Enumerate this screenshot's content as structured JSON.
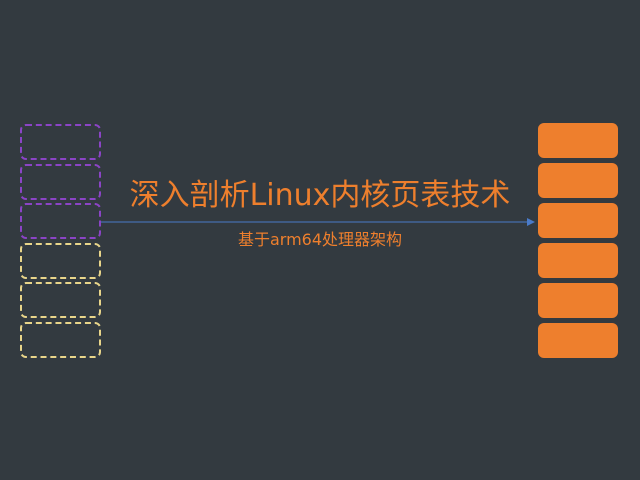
{
  "slide": {
    "title": "深入剖析Linux内核页表技术",
    "subtitle": "基于arm64处理器架构"
  },
  "left_stack": {
    "boxes": [
      {
        "style": "dashed",
        "color": "#8B44C6"
      },
      {
        "style": "dashed",
        "color": "#8B44C6"
      },
      {
        "style": "dashed",
        "color": "#8B44C6"
      },
      {
        "style": "dashed",
        "color": "#E9D58A"
      },
      {
        "style": "dashed",
        "color": "#E9D58A"
      },
      {
        "style": "dashed",
        "color": "#E9D58A"
      }
    ]
  },
  "right_stack": {
    "boxes": [
      {
        "style": "solid",
        "color": "#EE7F2D"
      },
      {
        "style": "solid",
        "color": "#EE7F2D"
      },
      {
        "style": "solid",
        "color": "#EE7F2D"
      },
      {
        "style": "solid",
        "color": "#EE7F2D"
      },
      {
        "style": "solid",
        "color": "#EE7F2D"
      },
      {
        "style": "solid",
        "color": "#EE7F2D"
      }
    ]
  },
  "colors": {
    "background": "#333A40",
    "title": "#EE7F2D",
    "subtitle": "#EE7F2D",
    "arrow": "#4A7BC9"
  }
}
